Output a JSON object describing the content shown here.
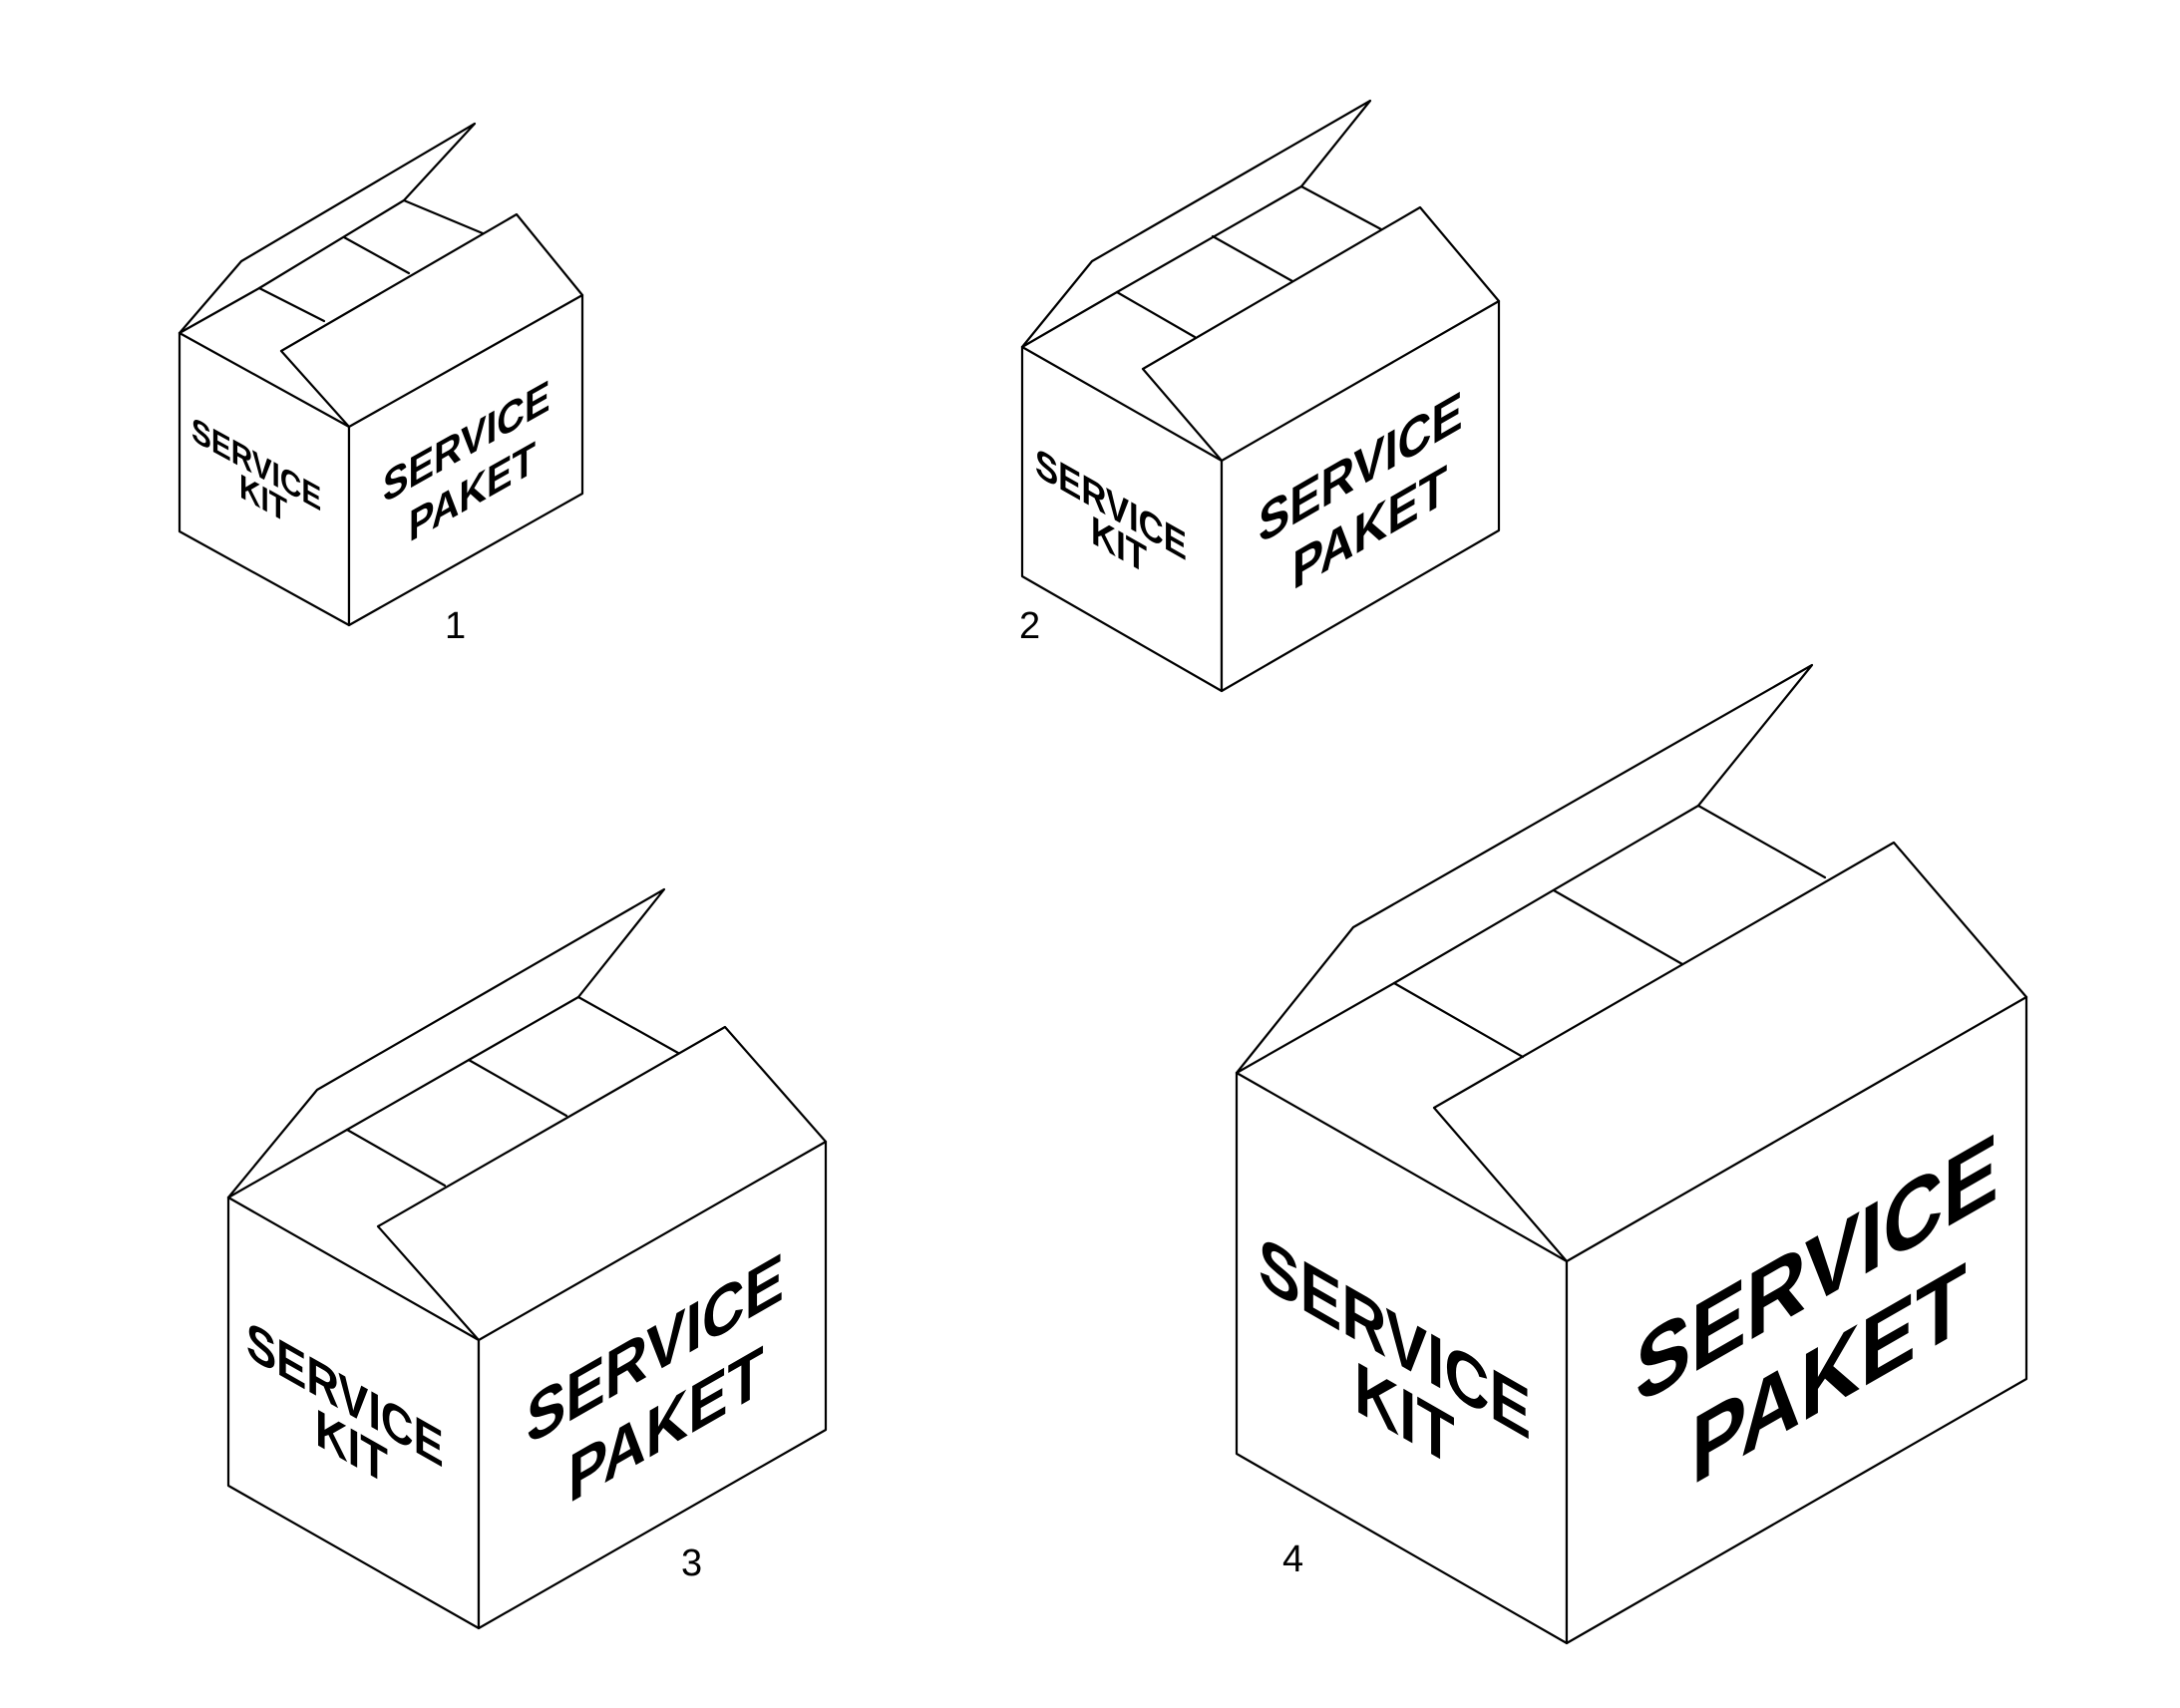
{
  "boxes": [
    {
      "number": "1",
      "side_label": [
        "SERVICE",
        "KIT"
      ],
      "front_label": [
        "SERVICE",
        "PAKET"
      ]
    },
    {
      "number": "2",
      "side_label": [
        "SERVICE",
        "KIT"
      ],
      "front_label": [
        "SERVICE",
        "PAKET"
      ]
    },
    {
      "number": "3",
      "side_label": [
        "SERVICE",
        "KIT"
      ],
      "front_label": [
        "SERVICE",
        "PAKET"
      ]
    },
    {
      "number": "4",
      "side_label": [
        "SERVICE",
        "KIT"
      ],
      "front_label": [
        "SERVICE",
        "PAKET"
      ]
    }
  ]
}
